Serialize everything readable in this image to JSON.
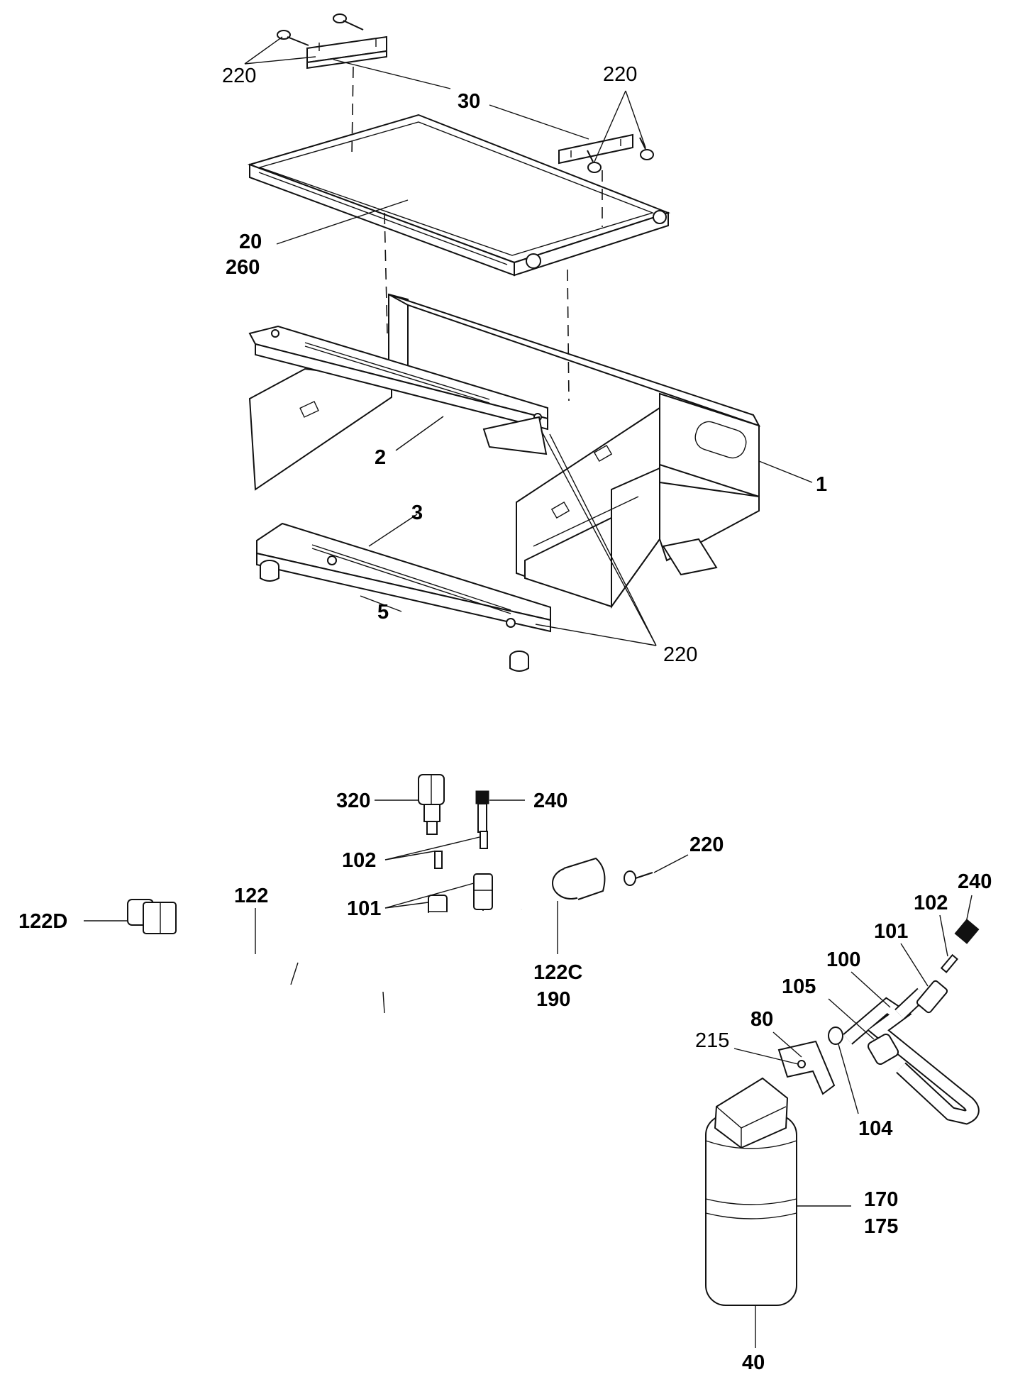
{
  "callouts": {
    "top_220_left": "220",
    "top_30": "30",
    "top_220_right": "220",
    "top_20": "20",
    "top_260": "260",
    "top_2": "2",
    "top_1": "1",
    "top_3": "3",
    "top_5": "5",
    "top_220_bottom": "220",
    "b_320": "320",
    "b_240": "240",
    "b_102": "102",
    "b_101": "101",
    "b_122": "122",
    "b_122D": "122D",
    "b_220": "220",
    "b_122C": "122C",
    "b_190": "190",
    "r_240": "240",
    "r_102": "102",
    "r_101": "101",
    "r_100": "100",
    "r_105": "105",
    "r_80": "80",
    "r_215": "215",
    "r_104": "104",
    "r_170": "170",
    "r_175": "175",
    "r_40": "40"
  }
}
